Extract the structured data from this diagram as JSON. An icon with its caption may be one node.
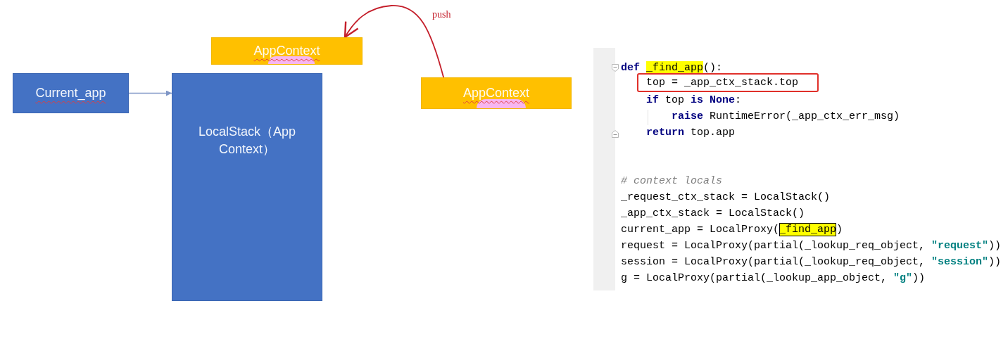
{
  "diagram": {
    "nodes": [
      {
        "text": [
          "Current_app"
        ]
      },
      {
        "text": [
          "LocalStack（App Context）"
        ]
      },
      {
        "text": [
          "AppContext"
        ]
      },
      {
        "text": [
          "AppContext"
        ]
      },
      {
        "text": [
          "top = _app_ctx_stack.top"
        ]
      }
    ],
    "edges": [
      {
        "from": 0,
        "to": 1,
        "arrow": "to"
      },
      {
        "from": 3,
        "to": 2,
        "arrow": "to",
        "label": "push",
        "color": "#c41e2a"
      }
    ],
    "labels": [
      "**def** _find_app():",
      "**if** top **is None**:",
      "**raise** RuntimeError(_app_ctx_err_msg)",
      "**return** top.app",
      "# context locals",
      "_request_ctx_stack = LocalStack()",
      "_app_ctx_stack = LocalStack()",
      "current_app = LocalProxy(_find_app)",
      "request = LocalProxy(partial(_lookup_req_object, **\"request\"**))",
      "session = LocalProxy(partial(_lookup_req_object, **\"session\"**))",
      "g = LocalProxy(partial(_lookup_app_object, **\"g\"**))"
    ]
  }
}
